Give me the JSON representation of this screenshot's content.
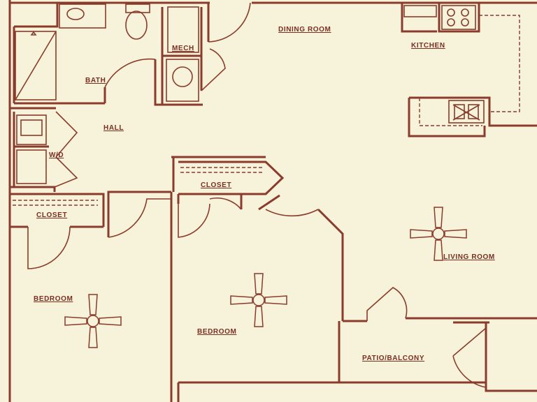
{
  "rooms": {
    "dining": "DINING ROOM",
    "kitchen": "KITCHEN",
    "bath": "BATH",
    "mech": "MECH",
    "hall": "HALL",
    "wd": "W/D",
    "closet_center": "CLOSET",
    "closet_left": "CLOSET",
    "living": "LIVING ROOM",
    "bedroom_left": "BEDROOM",
    "bedroom_center": "BEDROOM",
    "patio": "PATIO/BALCONY"
  },
  "colors": {
    "line": "#8a3b2c",
    "paper": "#f7f3da"
  },
  "icons": [
    "ceiling-fan-icon",
    "stove-icon",
    "sink-icon",
    "toilet-icon",
    "water-heater-icon",
    "washer-icon",
    "dryer-icon",
    "shower-icon"
  ]
}
